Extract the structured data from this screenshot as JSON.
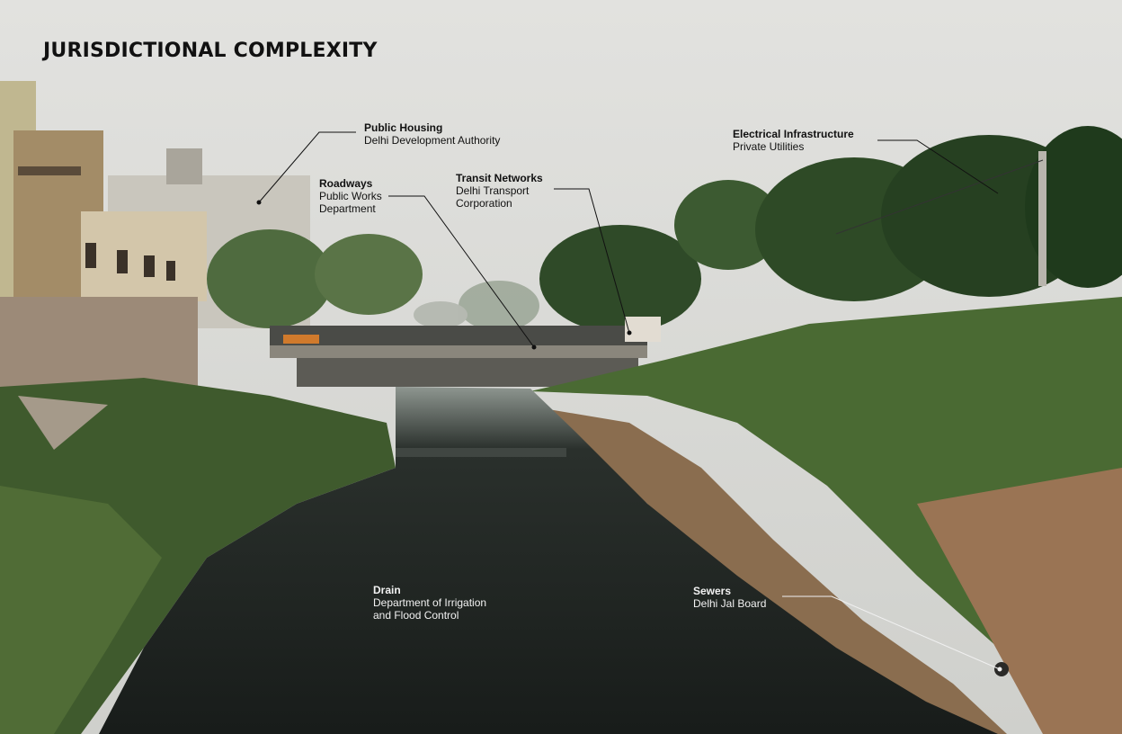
{
  "title": "JURISDICTIONAL COMPLEXITY",
  "annotations": [
    {
      "heading": "Public Housing",
      "lines": [
        "Delhi Development Authority"
      ]
    },
    {
      "heading": "Roadways",
      "lines": [
        "Public Works",
        "Department"
      ]
    },
    {
      "heading": "Transit Networks",
      "lines": [
        "Delhi Transport",
        "Corporation"
      ]
    },
    {
      "heading": "Electrical Infrastructure",
      "lines": [
        "Private Utilities"
      ]
    },
    {
      "heading": "Drain",
      "lines": [
        "Department of Irrigation",
        "and Flood Control"
      ]
    },
    {
      "heading": "Sewers",
      "lines": [
        "Delhi Jal Board"
      ]
    }
  ],
  "colors": {
    "sky": "#d8d8d5",
    "water": "#1f2421",
    "vegetation": "#3d5a2c",
    "title": "#111111",
    "label_dark": "#111111",
    "label_light": "#f2f2f2"
  }
}
